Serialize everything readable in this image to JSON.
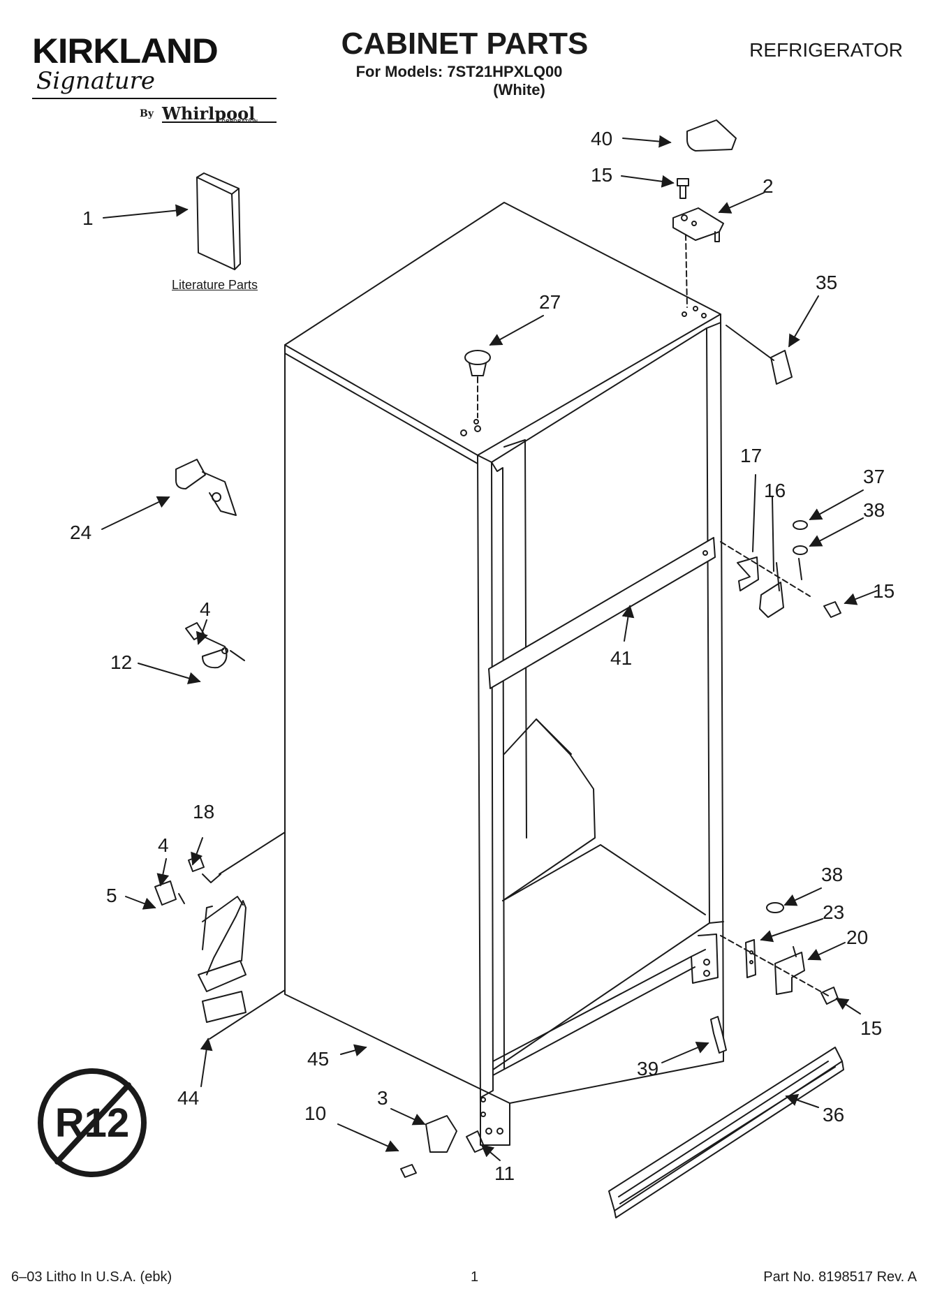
{
  "header": {
    "logo_word": "KIRKLAND",
    "logo_script": "Signature",
    "logo_by": "By",
    "logo_brand": "Whirlpool",
    "logo_corp": "CORPORATION",
    "title": "CABINET PARTS",
    "subtitle": "For Models: 7ST21HPXLQ00",
    "color": "(White)",
    "product": "REFRIGERATOR"
  },
  "literature_label": "Literature Parts",
  "callouts": {
    "c1": "1",
    "c2": "2",
    "c3": "3",
    "c4a": "4",
    "c4b": "4",
    "c5": "5",
    "c10": "10",
    "c11": "11",
    "c12": "12",
    "c15a": "15",
    "c15b": "15",
    "c15c": "15",
    "c16": "16",
    "c17": "17",
    "c18": "18",
    "c20": "20",
    "c23": "23",
    "c24": "24",
    "c27": "27",
    "c35": "35",
    "c36": "36",
    "c37": "37",
    "c38a": "38",
    "c38b": "38",
    "c39": "39",
    "c40": "40",
    "c41": "41",
    "c44": "44",
    "c45": "45"
  },
  "badge": "R12",
  "footer": {
    "left": "6–03 Litho In U.S.A. (ebk)",
    "center": "1",
    "right": "Part No. 8198517 Rev. A"
  }
}
